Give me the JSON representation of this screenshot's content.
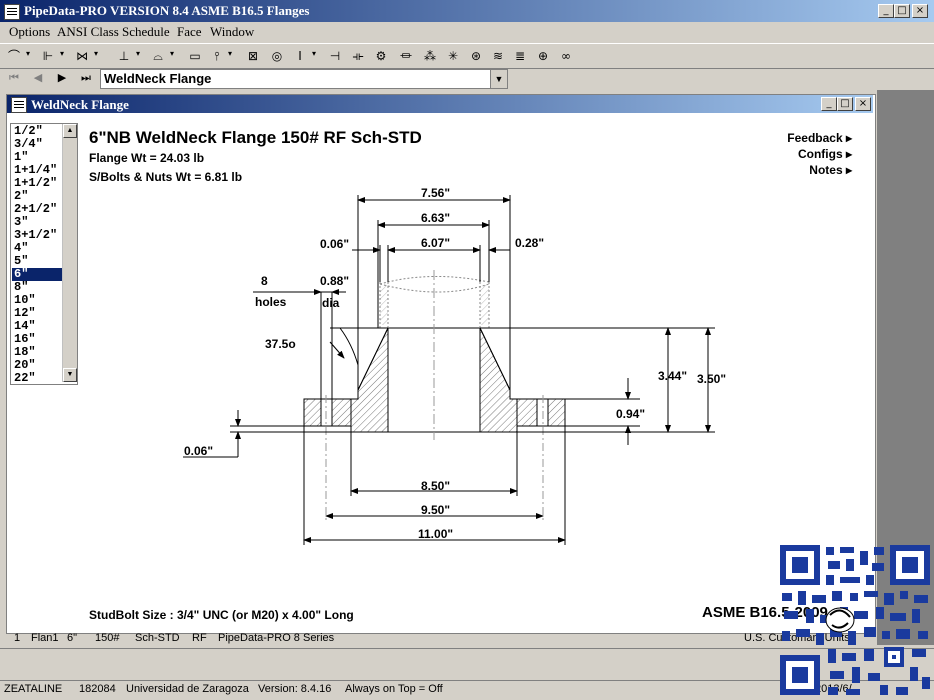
{
  "app": {
    "title": "PipeData-PRO VERSION 8.4 ASME B16.5 Flanges",
    "window_buttons": [
      "_",
      "□",
      "×"
    ]
  },
  "menu": [
    "Options",
    "ANSI Class",
    "Schedule",
    "Face",
    "Window"
  ],
  "toolbar": {
    "icons": [
      "pipe-icon",
      "fitting-icon",
      "valve-icon",
      "pump-icon",
      "bend-icon",
      "gasket-icon",
      "plug-icon",
      "clamp-icon",
      "flange-icon",
      "ring-icon",
      "ibeam-icon",
      "bolt-icon",
      "wrench-icon",
      "trap-icon",
      "weld-icon",
      "support-icon",
      "layers-icon",
      "globe-icon",
      "binoculars-icon"
    ]
  },
  "navigator": {
    "selected": "WeldNeck Flange"
  },
  "child_window": {
    "title": "WeldNeck Flange",
    "buttons": [
      "_",
      "□",
      "×"
    ]
  },
  "sizes": {
    "items": [
      "1/2\"",
      "3/4\"",
      "1\"",
      "1+1/4\"",
      "1+1/2\"",
      "2\"",
      "2+1/2\"",
      "3\"",
      "3+1/2\"",
      "4\"",
      "5\"",
      "6\"",
      "8\"",
      "10\"",
      "12\"",
      "14\"",
      "16\"",
      "18\"",
      "20\"",
      "22\""
    ],
    "selected": "6\""
  },
  "heading": {
    "title": "6\"NB WeldNeck Flange 150# RF Sch-STD",
    "flange_wt": "Flange Wt = 24.03 lb",
    "bolts_wt": "S/Bolts & Nuts Wt = 6.81 lb"
  },
  "links": {
    "feedback": "Feedback ▸",
    "configs": "Configs ▸",
    "notes": "Notes ▸"
  },
  "dimensions": {
    "hub_outer": "7.56\"",
    "hub_mid": "6.63\"",
    "bore": "6.07\"",
    "left_step": "0.06\"",
    "wall": "0.28\"",
    "holes_count": "8",
    "holes_label": "holes",
    "hole_dia": "0.88\"",
    "dia_label": "dia",
    "taper_angle": "37.5o",
    "length_thru_hub": "3.44\"",
    "total_height": "3.50\"",
    "thickness": "0.94\"",
    "raised_face": "0.06\"",
    "rf_dia": "8.50\"",
    "bolt_circle": "9.50\"",
    "od": "11.00\""
  },
  "footer": {
    "studbolt": "StudBolt Size : 3/4\" UNC (or M20)  x 4.00\"  Long",
    "standard": "ASME B16.5-2009"
  },
  "status": {
    "row": "1",
    "name": "Flan1",
    "size": "6\"",
    "class": "150#",
    "sched": "Sch-STD",
    "face": "RF",
    "series": "PipeData-PRO 8 Series",
    "units": "U.S. Customary Units"
  },
  "status2": {
    "license_name": "ZEATALINE",
    "license_no": "182084",
    "org": "Universidad de Zaragoza",
    "version": "Version: 8.4.16",
    "always_on_top": "Always on Top = Off",
    "date": "2013/6/"
  },
  "colors": {
    "titlebar_start": "#0a246a",
    "titlebar_end": "#a6caf0",
    "chrome": "#d4d0c8",
    "qr_blue": "#1a3a9e"
  }
}
